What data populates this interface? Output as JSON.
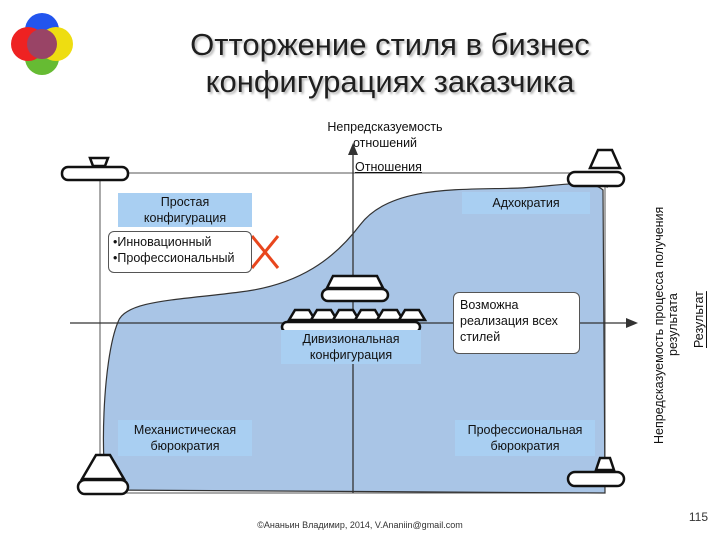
{
  "title": "Отторжение стиля в бизнес конфигурациях заказчика",
  "top_axis": {
    "label": "Непредсказуемость отношений",
    "sublabel": "Отношения"
  },
  "right_axis": {
    "label": "Непредсказуемость процесса получения результата",
    "sublabel": "Результат"
  },
  "quadrants": {
    "top_left": "Простая конфигурация",
    "top_right": "Адхократия",
    "center": "Дивизиональная конфигурация",
    "bottom_left": "Механистическая бюрократия",
    "bottom_right": "Профессиональная бюрократия"
  },
  "rejected_styles": [
    "Инновационный",
    "Профессиональный"
  ],
  "possible_note": "Возможна реализация всех стилей",
  "footer": "©Ананьин Владимир, 2014, V.Ananiin@gmail.com",
  "page_number": "115",
  "colors": {
    "region_fill": "#a9c5e6",
    "box_fill": "#a9cff2",
    "cross": "#e8461d",
    "logo": [
      "#2255ee",
      "#ee2222",
      "#eedd11",
      "#66bb33",
      "#994466"
    ]
  }
}
